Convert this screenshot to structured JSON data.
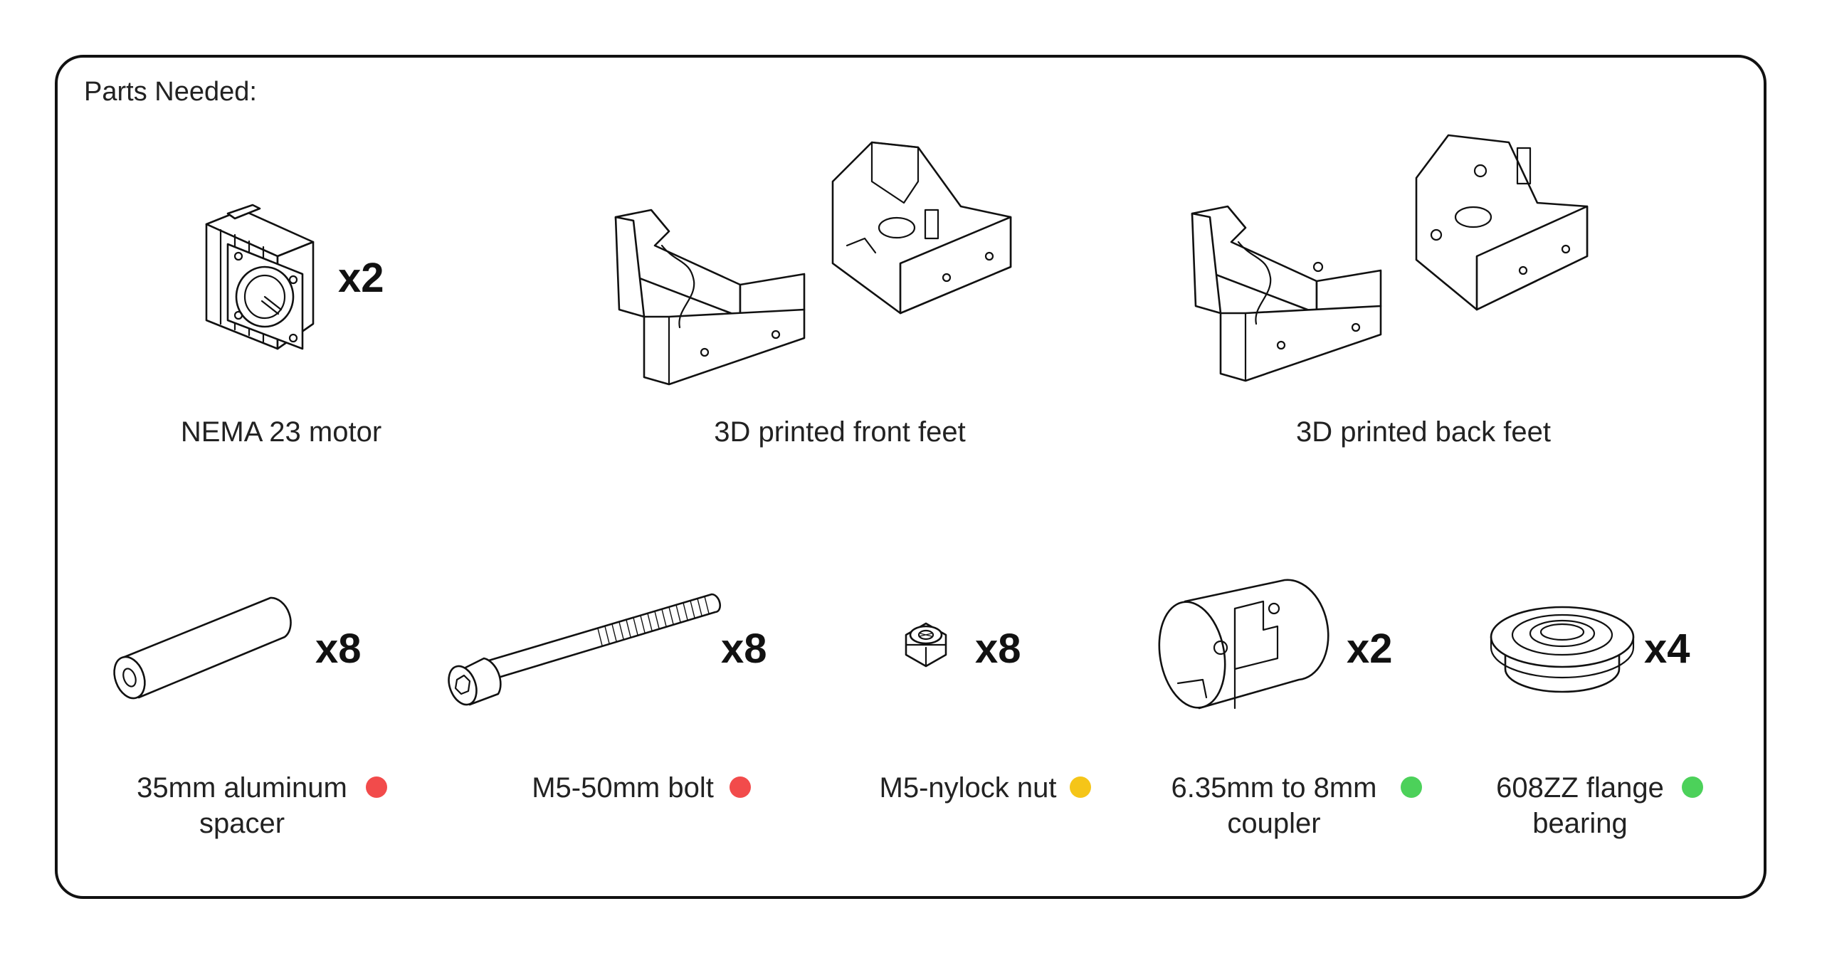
{
  "heading": "Parts Needed:",
  "status_colors": {
    "red": "#f24b4b",
    "yellow": "#f5c518",
    "green": "#4cd15a"
  },
  "parts": [
    {
      "id": "motor",
      "icon": "nema23-motor-icon",
      "quantity": "x2",
      "label_lines": [
        "NEMA 23 motor"
      ]
    },
    {
      "id": "front-feet",
      "icon": "front-feet-icon",
      "label_lines": [
        "3D printed front feet"
      ]
    },
    {
      "id": "back-feet",
      "icon": "back-feet-icon",
      "label_lines": [
        "3D printed back feet"
      ]
    },
    {
      "id": "spacer",
      "icon": "aluminum-spacer-icon",
      "quantity": "x8",
      "label_lines": [
        "35mm aluminum",
        "spacer"
      ],
      "status": "red"
    },
    {
      "id": "bolt",
      "icon": "bolt-icon",
      "quantity": "x8",
      "label_lines": [
        "M5-50mm bolt"
      ],
      "status": "red"
    },
    {
      "id": "nut",
      "icon": "nylock-nut-icon",
      "quantity": "x8",
      "label_lines": [
        "M5-nylock nut"
      ],
      "status": "yellow"
    },
    {
      "id": "coupler",
      "icon": "coupler-icon",
      "quantity": "x2",
      "label_lines": [
        "6.35mm to 8mm",
        "coupler"
      ],
      "status": "green"
    },
    {
      "id": "bearing",
      "icon": "flange-bearing-icon",
      "quantity": "x4",
      "label_lines": [
        "608ZZ flange",
        "bearing"
      ],
      "status": "green"
    }
  ]
}
